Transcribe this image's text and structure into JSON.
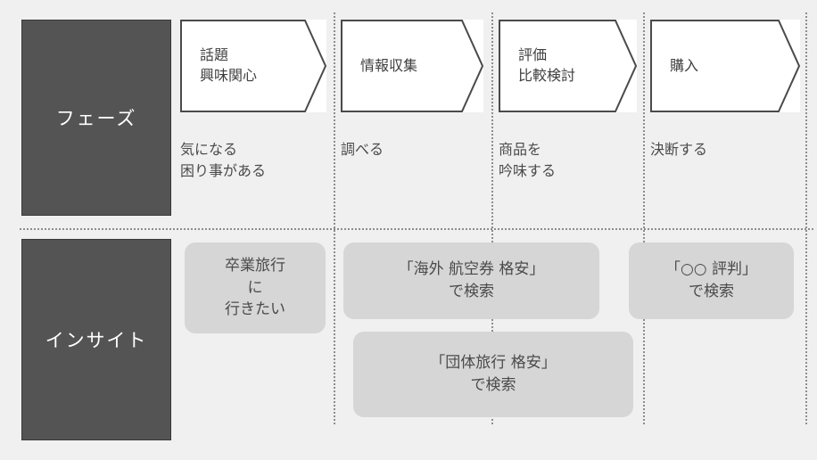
{
  "colors": {
    "background": "#f0f0f0",
    "row_label_fill": "#545454",
    "row_label_text": "#ffffff",
    "chevron_fill": "#ffffff",
    "chevron_border": "#4a4a4a",
    "bubble_fill": "#d6d6d6",
    "divider": "#8d8d8d",
    "body_text": "#4a4a4a"
  },
  "rows": {
    "phase": {
      "label": "フェーズ"
    },
    "insight": {
      "label": "インサイト"
    }
  },
  "phases": [
    {
      "id": "awareness",
      "title": "話題\n興味関心",
      "subtitle": "気になる\n困り事がある"
    },
    {
      "id": "research",
      "title": "情報収集",
      "subtitle": "調べる"
    },
    {
      "id": "evaluation",
      "title": "評価\n比較検討",
      "subtitle": "商品を\n吟味する"
    },
    {
      "id": "purchase",
      "title": "購入",
      "subtitle": "決断する"
    }
  ],
  "insights": [
    {
      "id": "graduation-trip",
      "phase": "awareness",
      "text": "卒業旅行\nに\n行きたい"
    },
    {
      "id": "search-overseas-ticket",
      "phase": "research",
      "text": "「海外 航空券 格安」\nで検索"
    },
    {
      "id": "search-group-trip",
      "phase": "research",
      "text": "「団体旅行 格安」\nで検索"
    },
    {
      "id": "search-reputation",
      "phase": "purchase",
      "text": "「○○ 評判」\nで検索"
    }
  ]
}
